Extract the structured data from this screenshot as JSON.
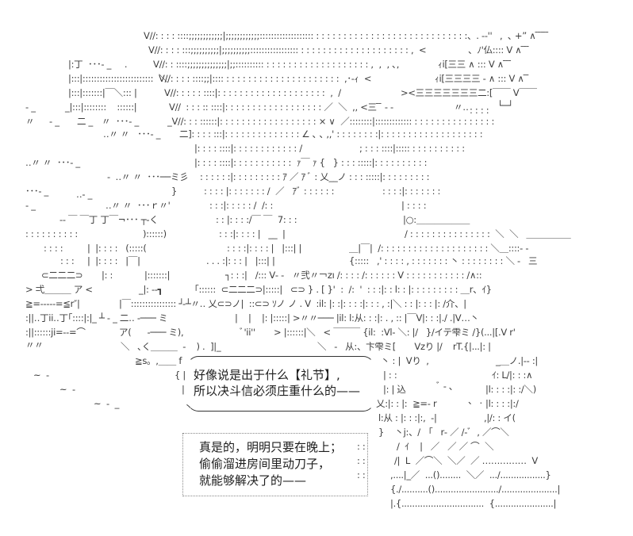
{
  "artwork": {
    "title": "ASCII art scene",
    "rows": {
      "r01": [
        "V//: : : : ::::;;;;;;;;;;;;|;;;;;;;;;;;;::::::::::::::::::: : : : : : : : : : : : : : : : : : : : : : : : : : : : :、. -‐''",
        ",  ､ +” ∧ ̄ ̄ ̄ ̄ ̄"
      ],
      "r02": [
        "V//: : : : :::;;;;;;;;;;|;;;;;;;;;;::::::::::::::::: : : : : : : : : : : : : : : : : : : : : ,  <",
        "、ﾉ'仏:::: V ∧ ̄ ̄ ̄"
      ],
      "r03": [
        "|:丁  ･･･‐ _     .",
        "V//: : ::::;;;;;;;;;;;;;;|;;:::::::::: : : : : : : : : : : : : : : : : : : : ,  ,  , ､,",
        "ｨi[三三 ∧ ::: V ∧ ̄ ̄ ̄"
      ],
      "r04": [
        "|:::|:::::::::::::::::::::::::  ＼",
        "V//: : : : ::::;;|:::: : : : : : : : : : : : : : : : : : : : : :  ,･‐ｨ  <",
        "ｨi[三三三三 ‐ ∧ ::: V ∧ ̄ ̄"
      ],
      "r05": [
        "|:::|:::::::|￣＼::: |",
        "V//: : : : : ::::|: : : : : : : : : : : : : : : : : : : :  ,  /",
        "><三三三三三三三二:[￣￣ V￣￣"
      ],
      "r06": [
        "‐ _",
        "_|:::|::::::::    ::::::|",
        "V//  : : : :: ::::|: : : : : : : : : : : : : : : : : : ／  ＼  ,, <三 ̄ ̄ ‐ ‐",
        "〃‥",
        ": : : :",
        "└─┘"
      ],
      "r07": [
        "〃",
        "‐ _",
        "二 _",
        "〃  ･･･‐ _",
        "_V//: : : ::::::|: : : : : : : : : : : : : : : : : : × ∨  ／::::::::|::::::::::::: : : : : : : : : : : : : : : :"
      ],
      "r08": [
        "‥〃 〃   ･･･‐ _",
        "二]: : : : :::|: : : : : : : : : : : : : : ∠ ､ ､ ,,' : : : : : : : :|: : : : : : : : : : : : : : : : : : :"
      ],
      "r09": [
        "|: : : : ::::|: : : : : : : : : : : : /",
        "; : : : ::::|::::: : : : : : : : : : :"
      ],
      "r10": [
        "‥〃 〃  ･･･‐ _",
        "|: : : : ::::|: : : : : : : : : : :  ｧ￣ ｧ {   } : : : :::::|: : : : : : : : : :"
      ],
      "r11": [
        "‐  ‥〃 〃  ･･･──ミ彡",
        ": : : : : :|: : : : : : : : : ｱ ／ ｱ ﾞ : 乂__ノ : : : :::::|: : : : : : : : :"
      ],
      "r12": [
        "･･･‐ _",
        "‥‐ _",
        "}",
        ": : : : |: : : : : : : /  ／   ｱﾞ : : : : : :",
        ": : : :|: : : : : : :"
      ],
      "r13": [
        "‐ _",
        "‥〃 〃  ･･･ｒ〃'",
        ": : :|: : : : : /  /: :",
        "| : : : :"
      ],
      "r14": [
        "‐‐ ￣ ￣丁 丁￣¬･･･ ┬‐く",
        ": : |: : : :/￣ ￣  7: : :",
        "|○:＿＿＿＿＿＿"
      ],
      "r15": [
        ": : : : : : : : : :",
        ")::::::)",
        ": : :|: : : : |   __  |",
        "/ : : : : : : : : : : : : : : :  ＼  ＼   ＿＿＿＿＿"
      ],
      "r16": [
        ": : : :",
        "|  |: : : :   (:::::(",
        ": : : :|: : : : |   |:::| |",
        "＿|￣|  /: : : : : : : : : : : : : : : : : : : : ＼＿::::‐ ‐"
      ],
      "r17": [
        ": : :",
        "|  |: : : :   |￣|",
        ". . . :|: : : |   |:::| |",
        "{:::::   ,' : : : : , : : : : : : : 丶 : : : : : : : : ＼ ‐   三"
      ],
      "r18": [
        "⊂二二二⊃",
        "|: :",
        "|:::::::|",
        "┐: : :|   /::: V‐ ‐   〃弐〃￢zı /: : : : /: : : : : : V : : : : : : : : : : : /∧::"
      ],
      "r19": [
        "> 弌＿＿＿ ア <",
        "_|: ‐‐┓",
        "｢::::::  ⊂二二二⊃|:::::|   ⊂⊃ } . [ }'  :  /:  '  : : :|: : l: : |: : : : : : : : : ＿r、ｲ}"
      ],
      "r20": [
        "≧=‐‐‐‐‐=≦r″|",
        "|￣:::::::::::::::: ┘",
        "‐┴〃‥ 乂⊂⊃ノ|  ::⊂⊃ ｿノ ノ . V  :il: |: :|: : : :|: : : , :|＼ : : |: : : |: /介、|"
      ],
      "r21": [
        ":||‥丁ii‥丁｢::::|:|_ ┴ ‐ _ 二‥ ‐─── ミ",
        "|    |    |: |:::::| >〃〃─── |il: l:从: : :|: . , :: |￣V|: : :|./ .|V…丶"
      ],
      "r22": [
        ":||::::::ji=‐‐=⌒",
        "ア(      ‐─── ミ),",
        "ﾞ'ii''",
        "> |::::::|＼   < ￣￣￣ {il:  :Vl‐ ＼: |/   }/イテ雫ミ /}(...|[.V r'"
      ],
      "r23": [
        "〃〃",
        "＼   ､く＿＿＿  ‐    ) .  ]|_",
        "＼   ‐   从:、卞雫ミ[       Vzり |/    rT.{|...|: |"
      ],
      "r24": [
        "≧s。,＿＿ f",
        "丶 : |  Vり  ,",
        "_＿ノ.|‐‐ :|"
      ],
      "r25": [
        "~  ‐",
        "{ |",
        "| : :",
        "ｲ: L/|: : :∧"
      ],
      "r26": [
        "~  ‐",
        "|",
        "|: | 込",
        "ﾞ ‐ ､",
        "|l: : : :|: :/＼)"
      ],
      "r27": [
        "~  ‐  _",
        "丶",
        "乂:|: : |:  ≧=‐ r",
        "、 .",
        "|l: : : :|:/"
      ],
      "r28": [
        "l:从 : |: : :|:,  ‐|",
        ",|/: : イ("
      ],
      "r29": [
        "}    丶j:、/   ｢   r‐ ／ /‐ﾞ  , ／⌒＼"
      ],
      "r30": [
        ": :",
        "/  ｲ    |   ／   ／ ／ ⌒  ＼"
      ],
      "r31": [
        ": :",
        "/|  L  ／⌒＼  ＼／  ／ ……………  V"
      ],
      "r32": [
        ": :",
        ",....|_／  ...()........  ＼／  .../.................}"
      ],
      "r33": [
        "{./..........()......................../.....................|"
      ],
      "r34": [
        "|.{...............................  {......................|"
      ]
    }
  },
  "speech_bubble": {
    "lines": [
      "好像说是出于什么【礼节】,",
      "所以决斗信必须庄重什么的——"
    ]
  },
  "thought_box": {
    "lines": [
      "真是的，明明只要在晚上；",
      "偷偷溜进房间里动刀子，",
      "就能够解决了的——"
    ]
  }
}
